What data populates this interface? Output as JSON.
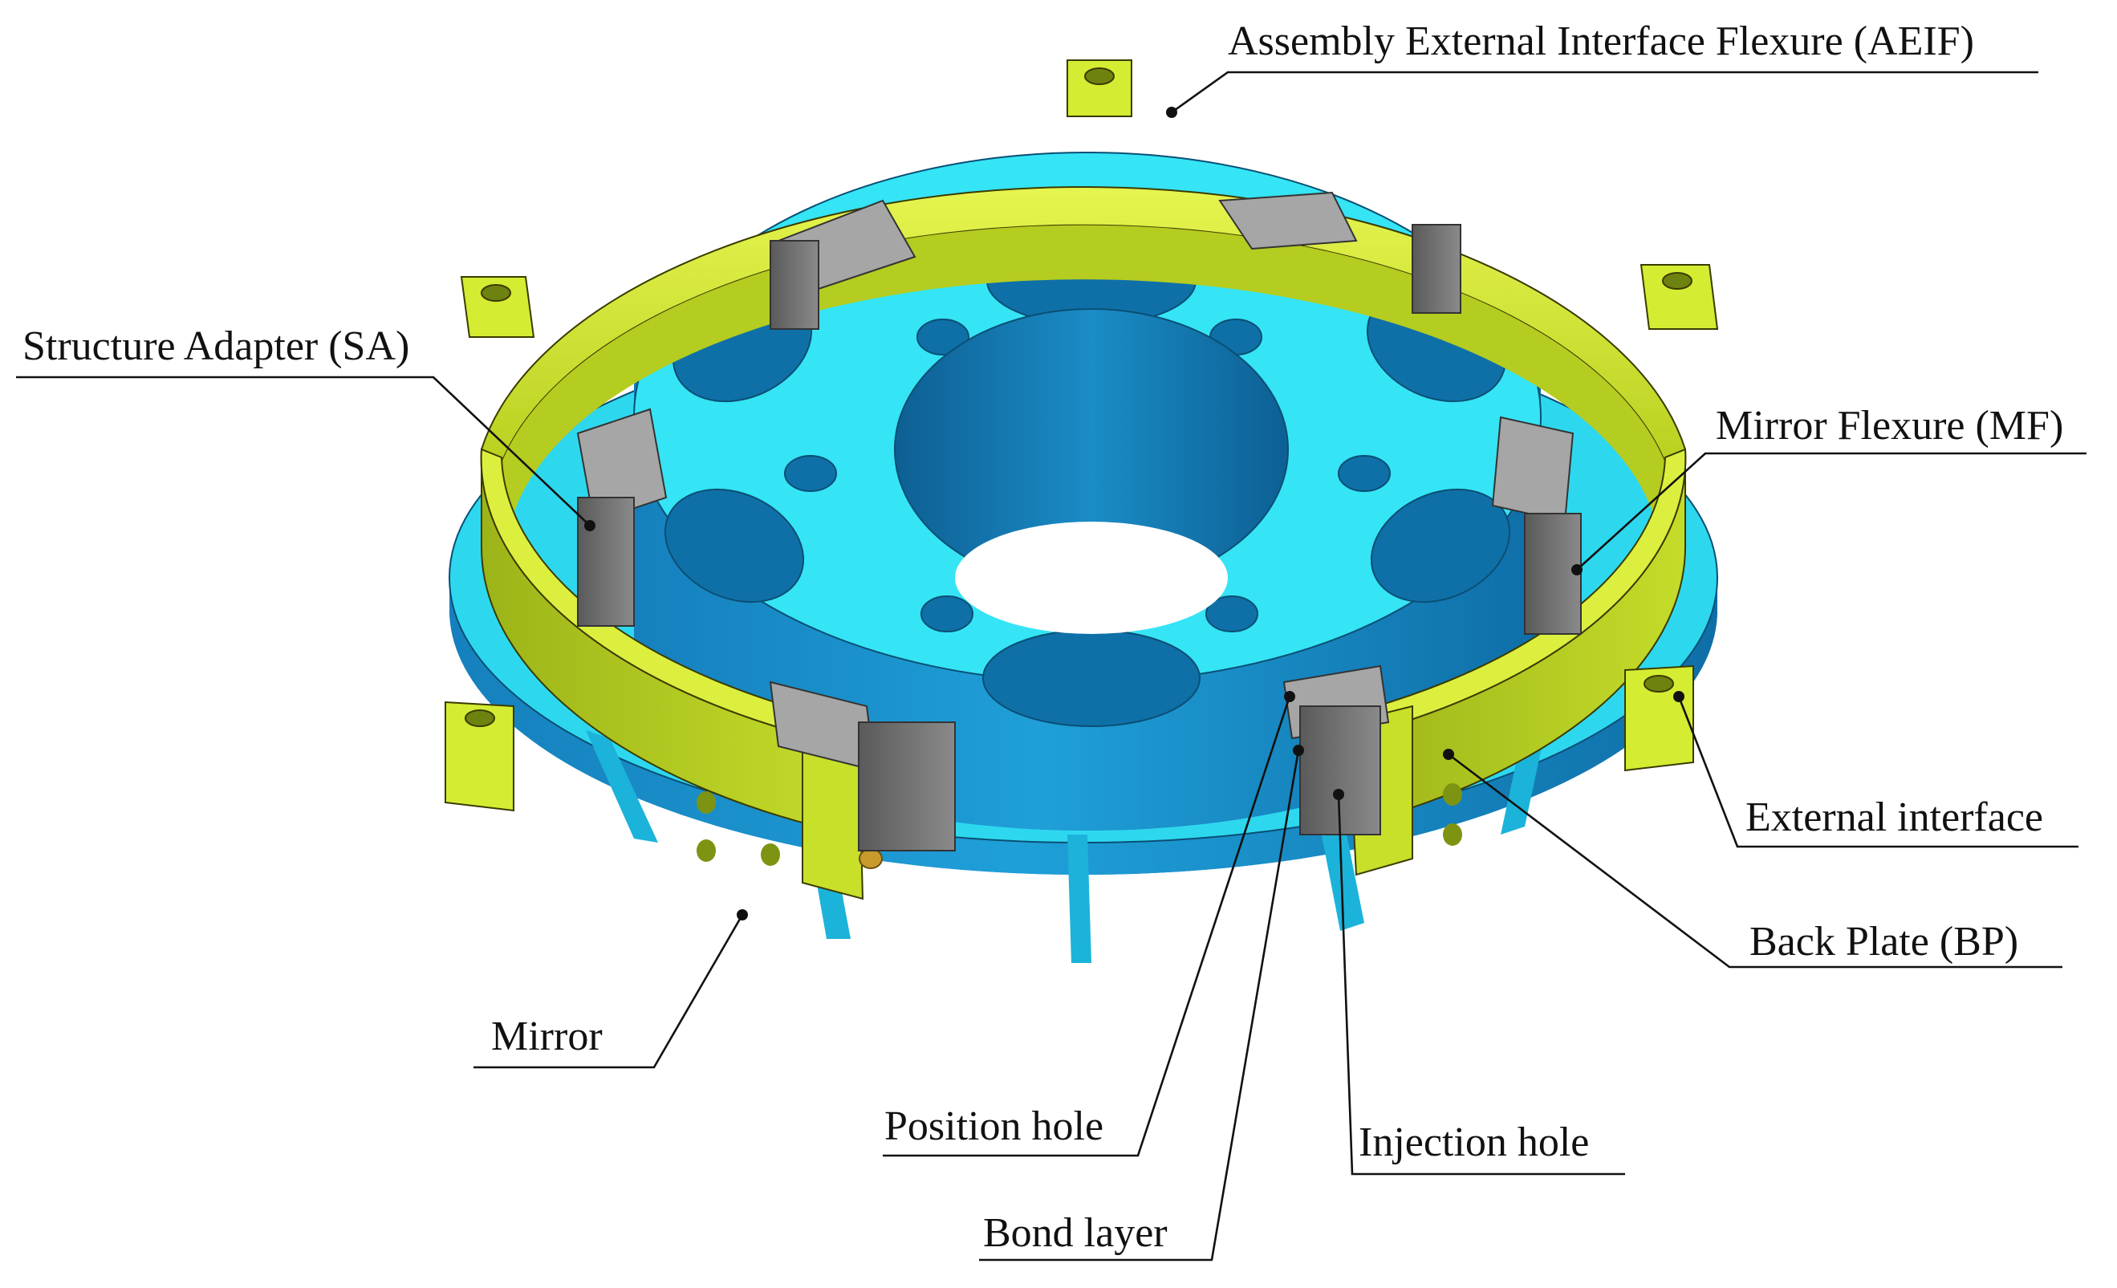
{
  "labels": {
    "aeif": "Assembly External Interface Flexure (AEIF)",
    "sa": "Structure Adapter (SA)",
    "mf": "Mirror Flexure (MF)",
    "external_interface": "External interface",
    "back_plate": "Back Plate (BP)",
    "mirror": "Mirror",
    "position_hole": "Position hole",
    "injection_hole": "Injection hole",
    "bond_layer": "Bond layer"
  },
  "colors": {
    "mirror_top": "#33e3f5",
    "mirror_side": "#1a8ec7",
    "mirror_dark": "#0e6ea3",
    "flexure_yellow": "#d9f03a",
    "flexure_dark": "#8ba313",
    "adapter_gray": "#a8a8a8",
    "adapter_dark": "#555555"
  }
}
